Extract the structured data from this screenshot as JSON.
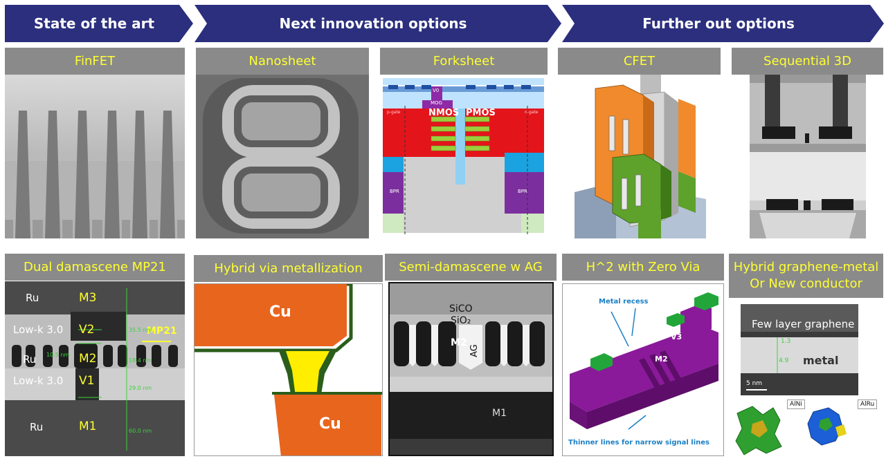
{
  "banners": {
    "state_of_art": "State of the art",
    "next_innovation": "Next innovation options",
    "further_out": "Further out options"
  },
  "panels": {
    "finfet": "FinFET",
    "nanosheet": "Nanosheet",
    "forksheet": "Forksheet",
    "cfet": "CFET",
    "sequential3d": "Sequential 3D",
    "dual_damascene": "Dual damascene MP21",
    "hybrid_via": "Hybrid via metallization",
    "semi_damascene": "Semi-damascene w AG",
    "h2_zero_via": "H^2 with Zero Via",
    "hybrid_graphene_l1": "Hybrid graphene-metal",
    "hybrid_graphene_l2": "Or New conductor"
  },
  "forksheet_labels": {
    "nmos": "NMOS",
    "pmos": "PMOS",
    "mog": "MOG",
    "v0": "V0",
    "bpr_left": "BPR",
    "bpr_right": "BPR",
    "pgate_left": "p-gate",
    "ngate_right": "n-gate"
  },
  "dual_damascene_labels": {
    "ru_top": "Ru",
    "m3": "M3",
    "lowk_top": "Low-k 3.0",
    "v2": "V2",
    "mp21": "MP21",
    "ru_mid": "Ru",
    "m2": "M2",
    "lowk_bot": "Low-k 3.0",
    "v1": "V1",
    "ru_bot": "Ru",
    "m1": "M1",
    "dim_355": "35.5 nm",
    "dim_290": "29.0 nm",
    "dim_600": "60.0 nm",
    "dim_184": "18.4 nm",
    "dim_105": "10.5 nm"
  },
  "hybrid_via_labels": {
    "cu_top": "Cu",
    "cu_bottom": "Cu"
  },
  "semi_damascene_labels": {
    "sico": "SiCO",
    "sio2": "SiO₂",
    "m2": "M2",
    "ag": "AG",
    "m1": "M1"
  },
  "h2_labels": {
    "metal_recess": "Metal recess",
    "v3": "V3",
    "m2": "M2",
    "thinner": "Thinner lines for narrow signal lines"
  },
  "graphene_labels": {
    "few_layer": "Few layer graphene",
    "metal": "metal",
    "dim_13": "1.3",
    "dim_49": "4.9",
    "scale": "5 nm",
    "alni": "AlNi",
    "alru": "AlRu"
  },
  "colors": {
    "banner": "#2b2f7d",
    "header_bg": "#8a8a8a",
    "header_text": "#ffff33",
    "cu": "#e8651e",
    "via": "#ffee00",
    "forksheet_red": "#e4141b",
    "cfet_orange": "#f08a2c",
    "cfet_green": "#5ea12b",
    "h2_purple": "#8a1a9a",
    "h2_green": "#22a63a"
  }
}
